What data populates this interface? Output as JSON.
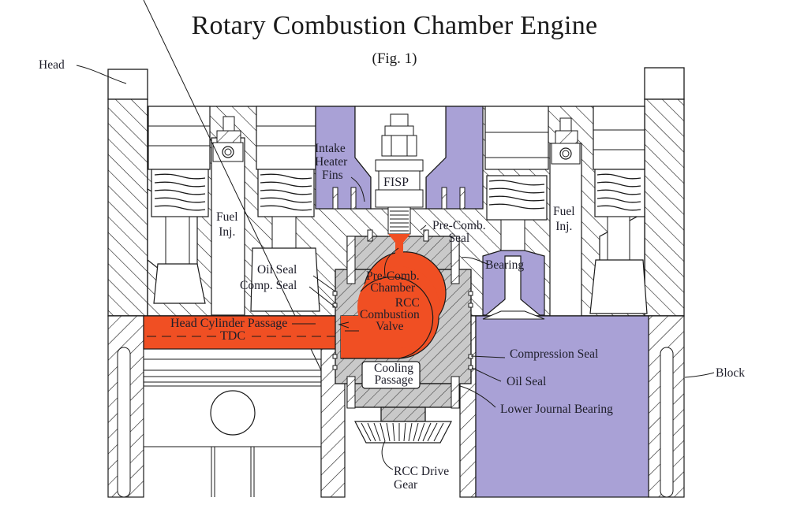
{
  "figure": {
    "title": "Rotary Combustion Chamber Engine",
    "subtitle": "(Fig. 1)"
  },
  "colors": {
    "intake_purple": "#a9a1d6",
    "combustion_orange": "#f04f23",
    "rotor_gray": "#c9c9c9",
    "line": "#1a1a1a",
    "background": "#ffffff"
  },
  "labels": {
    "head": "Head",
    "block": "Block",
    "intake_heater_fins": [
      "Intake",
      "Heater",
      "Fins"
    ],
    "fisp": "FISP",
    "fuel_inj_left": [
      "Fuel",
      "Inj."
    ],
    "fuel_inj_right": [
      "Fuel",
      "Inj."
    ],
    "pre_comb_seal": [
      "Pre-Comb.",
      "Seal"
    ],
    "bearing": "Bearing",
    "oil_seal_upper": "Oil Seal",
    "comp_seal_upper": "Comp. Seal",
    "pre_comb_chamber": [
      "Pre-Comb.",
      "Chamber"
    ],
    "rcc_combustion_valve": [
      "RCC",
      "Combustion",
      "Valve"
    ],
    "head_cylinder_passage": "Head Cylinder Passage",
    "tdc": "TDC",
    "cooling_passage": [
      "Cooling",
      "Passage"
    ],
    "compression_seal": "Compression Seal",
    "oil_seal_lower": "Oil Seal",
    "lower_journal_bearing": "Lower Journal Bearing",
    "rcc_drive_gear": [
      "RCC Drive",
      "Gear"
    ]
  }
}
